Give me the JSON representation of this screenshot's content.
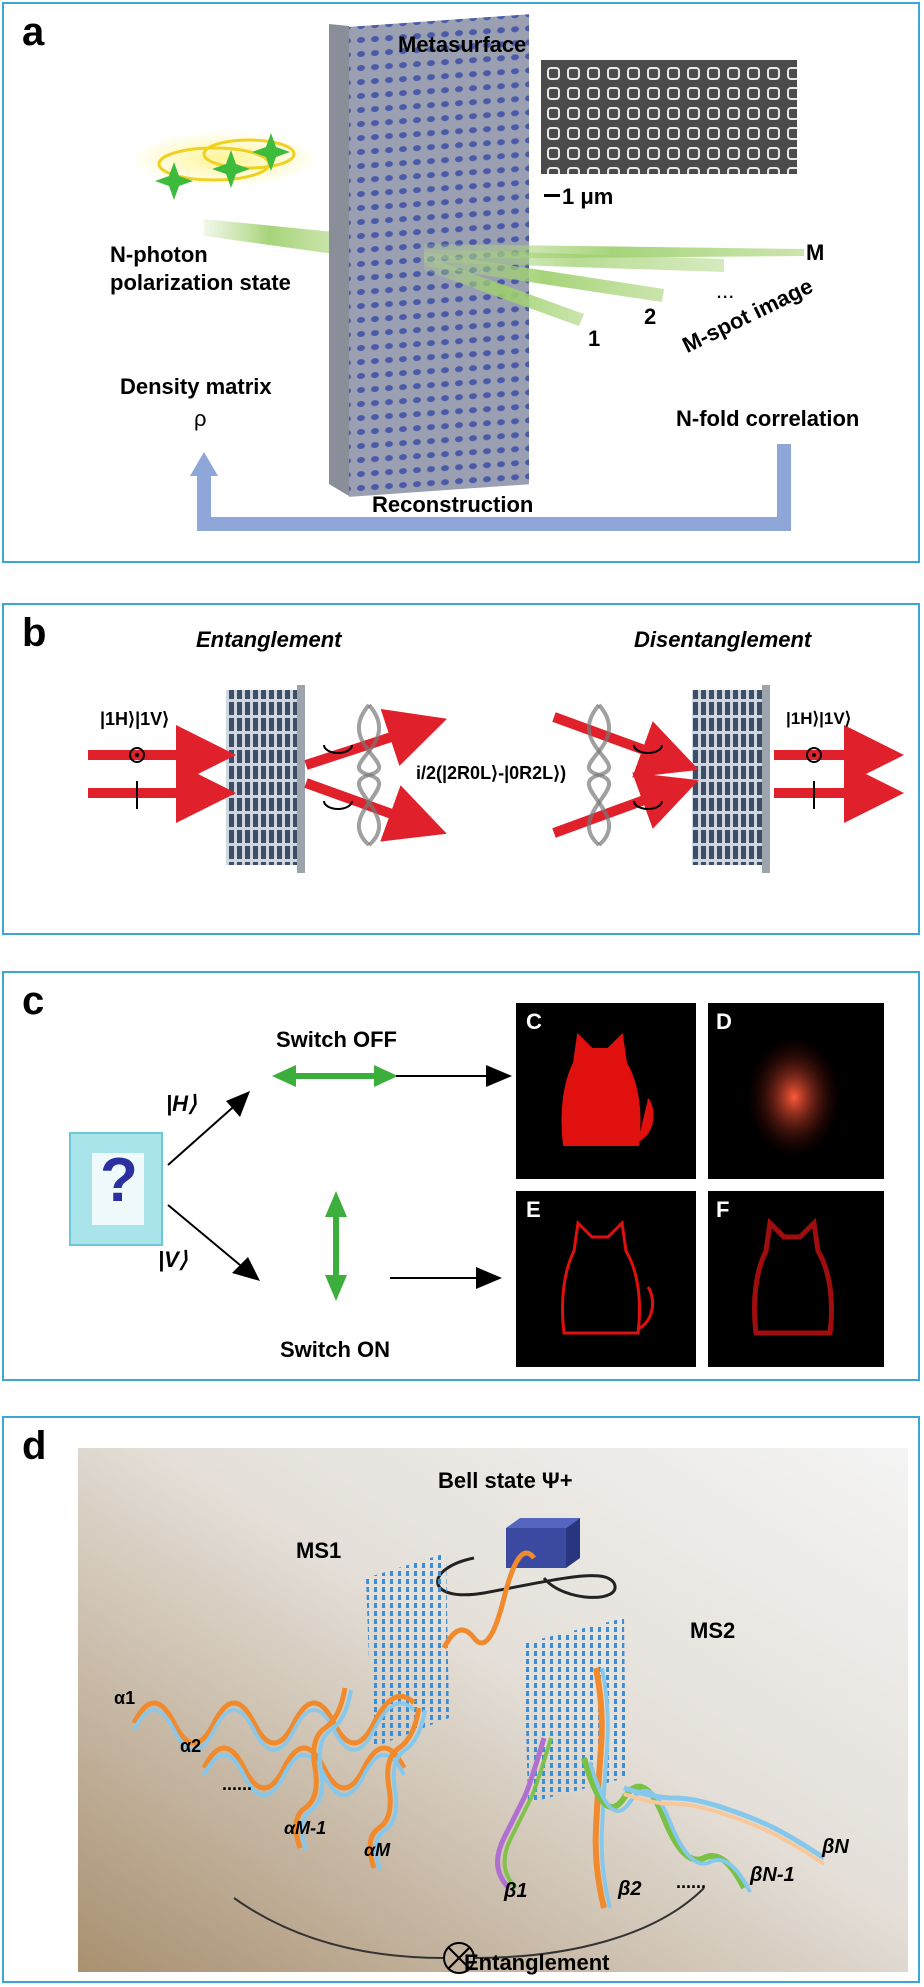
{
  "panel_a": {
    "label": "a",
    "metasurface": "Metasurface",
    "scale_bar": "1 μm",
    "n_photon_line1": "N-photon",
    "n_photon_line2": "polarization state",
    "density_matrix": "Density matrix",
    "rho": "ρ",
    "spot_m": "M",
    "spot_1": "1",
    "spot_2": "2",
    "spot_dots": "...",
    "m_spot_image": "M-spot image",
    "n_fold": "N-fold correlation",
    "reconstruction": "Reconstruction"
  },
  "panel_b": {
    "label": "b",
    "entanglement": "Entanglement",
    "disentanglement": "Disentanglement",
    "input_state": "|1H⟩|1V⟩",
    "output_state": "|1H⟩|1V⟩",
    "formula": "i/2(|2R0L⟩-|0R2L⟩)"
  },
  "panel_c": {
    "label": "c",
    "switch_off": "Switch OFF",
    "switch_on": "Switch ON",
    "h_state": "|H⟩",
    "v_state": "|V⟩",
    "question": "?",
    "tiles": [
      "C",
      "D",
      "E",
      "F"
    ]
  },
  "panel_d": {
    "label": "d",
    "bell_state": "Bell state Ψ+",
    "ms1": "MS1",
    "ms2": "MS2",
    "alpha_1": "α1",
    "alpha_2": "α2",
    "alpha_m1": "αM-1",
    "alpha_m": "αM",
    "beta_1": "β1",
    "beta_2": "β2",
    "beta_n1": "βN-1",
    "beta_n": "βN",
    "dots_left": "......",
    "dots_right": "......",
    "entanglement": "Entanglement"
  },
  "colors": {
    "frame": "#3aa7d8",
    "beam_red": "#e0202a",
    "beam_green": "#9ccf6a",
    "arrow_blue": "#8ea7d8",
    "wave_orange": "#f08a2c",
    "wave_blue": "#86c8ec",
    "wave_green": "#7ac043",
    "wave_purple": "#b070d0"
  }
}
